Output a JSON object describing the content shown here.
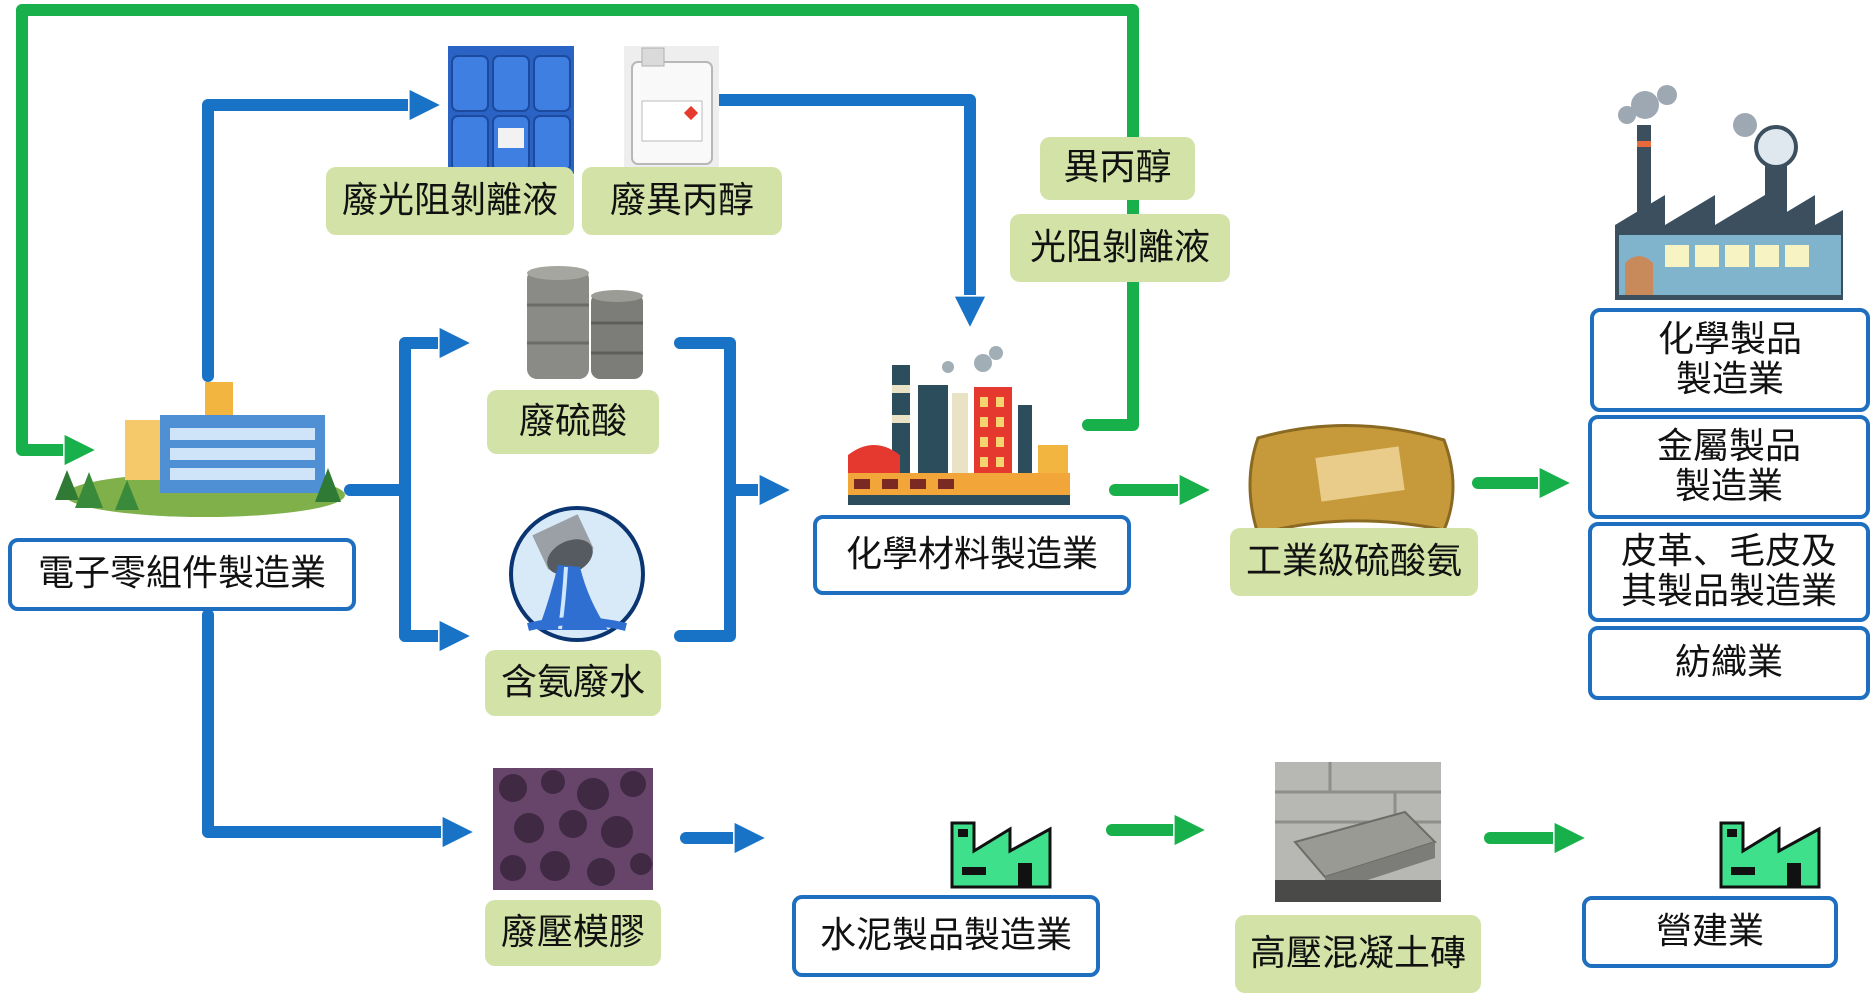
{
  "colors": {
    "blue_arrow": "#1872c6",
    "green_arrow": "#18b04a",
    "label_green_bg": "#d3e2a6",
    "box_border": "#1f6fc0"
  },
  "sources": {
    "electronics": "電子零組件製造業"
  },
  "wastes": {
    "photoresist_stripper": "廢光阻剝離液",
    "isopropanol": "廢異丙醇",
    "sulfuric_acid": "廢硫酸",
    "ammonia_wastewater": "含氨廢水",
    "molding_compound": "廢壓模膠"
  },
  "recovered": {
    "isopropanol": "異丙醇",
    "photoresist_stripper": "光阻剝離液"
  },
  "processors": {
    "chemical_materials": "化學材料製造業",
    "cement_products": "水泥製品製造業"
  },
  "products": {
    "ammonium_sulfate": "工業級硫酸氨",
    "concrete_brick": "高壓混凝土磚"
  },
  "end_users": {
    "chemical_products": "化學製品\n製造業",
    "metal_products": "金屬製品\n製造業",
    "leather_fur": "皮革、毛皮及\n其製品製造業",
    "textiles": "紡織業",
    "construction": "營建業"
  },
  "icons": [
    "electronics-factory-icon",
    "blue-drums-icon",
    "jerrycan-icon",
    "grey-drums-icon",
    "drain-pipe-icon",
    "resin-pellets-icon",
    "chemical-plant-icon",
    "fertilizer-bag-icon",
    "industrial-factory-icon",
    "small-factory-icon",
    "concrete-brick-icon"
  ]
}
